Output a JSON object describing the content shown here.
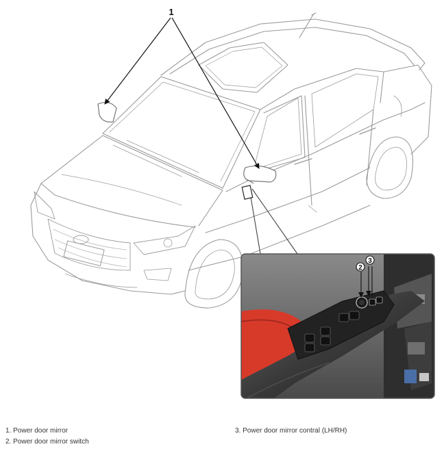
{
  "callouts": {
    "mirror": "1",
    "switch": "2",
    "control": "3"
  },
  "legend": [
    "1. Power door mirror",
    "2. Power door mirror switch",
    "3. Power door mirror contral (LH/RH)"
  ],
  "colors": {
    "line_art": "#9a9a9a",
    "arrow": "#111111",
    "photo_frame": "#555555",
    "trim_red": "#d83a2a",
    "panel_dark": "#2a2a2a",
    "background": "#ffffff"
  }
}
